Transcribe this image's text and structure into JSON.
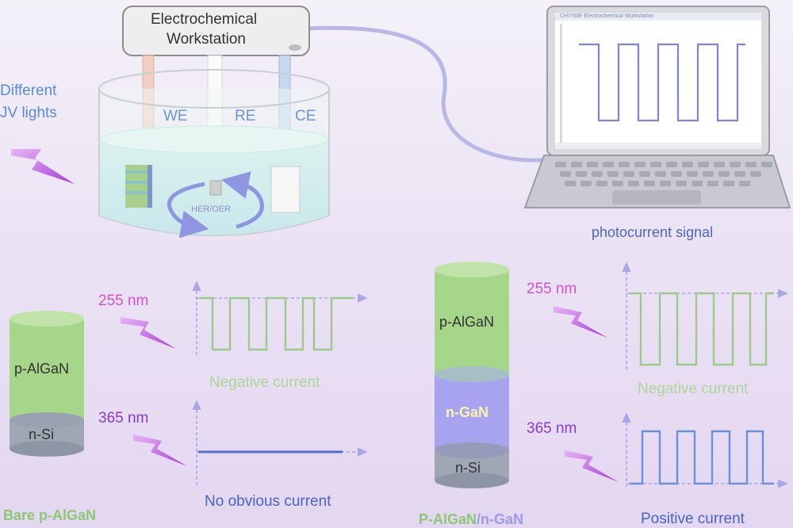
{
  "workstation": {
    "line1": "Electrochemical",
    "line2": "Workstation"
  },
  "side_label": {
    "line1": "Different",
    "line2": "JV lights"
  },
  "electrodes": {
    "we": "WE",
    "re": "RE",
    "ce": "CE"
  },
  "reaction_label": "HER/OER",
  "laptop": {
    "window_title": "CHI760E Electrochemical Workstation"
  },
  "signal_caption": "photocurrent signal",
  "left_device": {
    "layers": [
      "p-AlGaN",
      "n-Si"
    ],
    "caption": "Bare p-AlGaN",
    "measurements": [
      {
        "wavelength": "255 nm",
        "result": "Negative current"
      },
      {
        "wavelength": "365 nm",
        "result": "No obvious current"
      }
    ]
  },
  "right_device": {
    "layers": [
      "p-AlGaN",
      "n-GaN",
      "n-Si"
    ],
    "caption_part1": "P-AlGaN",
    "caption_part2": "/n-GaN",
    "measurements": [
      {
        "wavelength": "255 nm",
        "result": "Negative current"
      },
      {
        "wavelength": "365 nm",
        "result": "Positive current"
      }
    ]
  },
  "colors": {
    "green_layer": "#a6d68a",
    "gan_layer": "#a7a3ee",
    "si_layer": "#9fa6b4",
    "negative_trace": "#9cc98c",
    "positive_trace": "#6c8fdc",
    "flat_trace": "#5270c8",
    "wavelength_255": "#cc55c4",
    "wavelength_365": "#8a3cc4",
    "caption_green": "#8cc873",
    "caption_blue": "#4763c4"
  }
}
